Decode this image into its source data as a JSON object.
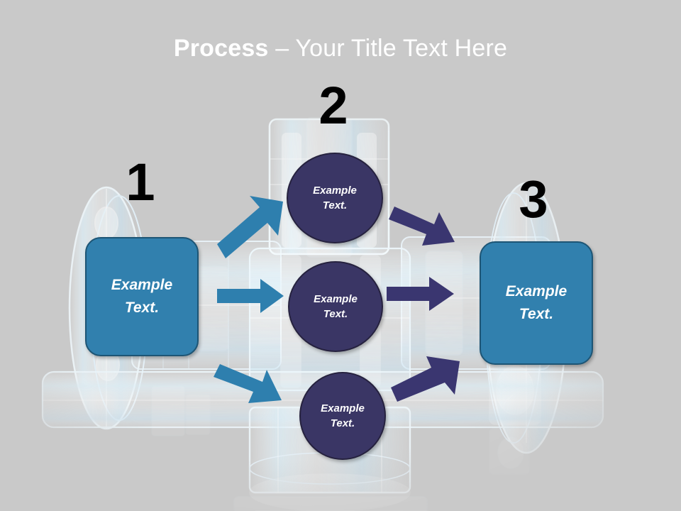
{
  "slide": {
    "title": {
      "strong": "Process",
      "dash": " – ",
      "rest": "Your Title Text Here",
      "full": "Process – Your Title Text Here"
    },
    "background_color": "#c9c9c9",
    "header_gradient_top": "#14435f",
    "header_gradient_bottom": "#3a84b4",
    "watermark": "technical-machinery-xray-illustration"
  },
  "steps": {
    "numbers": [
      {
        "label": "1"
      },
      {
        "label": "2"
      },
      {
        "label": "3"
      }
    ],
    "input": {
      "number": "1",
      "line1": "Example",
      "line2": "Text.",
      "fill_color": "#3180ae",
      "border_color": "#1d5575",
      "text_color": "#ffffff"
    },
    "middle": {
      "number": "2",
      "fill_color": "#3a3665",
      "border_color": "#26223f",
      "text_color": "#ffffff",
      "nodes": [
        {
          "line1": "Example",
          "line2": "Text."
        },
        {
          "line1": "Example",
          "line2": "Text."
        },
        {
          "line1": "Example",
          "line2": "Text."
        }
      ]
    },
    "output": {
      "number": "3",
      "line1": "Example",
      "line2": "Text.",
      "fill_color": "#3180ae",
      "border_color": "#1d5575",
      "text_color": "#ffffff"
    }
  },
  "arrows": {
    "incoming_color": "#2e7fae",
    "outgoing_color": "#3a3670",
    "incoming": [
      {
        "name": "arrow-in-top",
        "direction": "up-right"
      },
      {
        "name": "arrow-in-middle",
        "direction": "right"
      },
      {
        "name": "arrow-in-bottom",
        "direction": "down-right"
      }
    ],
    "outgoing": [
      {
        "name": "arrow-out-top",
        "direction": "down-right"
      },
      {
        "name": "arrow-out-middle",
        "direction": "right"
      },
      {
        "name": "arrow-out-bottom",
        "direction": "up-right"
      }
    ]
  }
}
